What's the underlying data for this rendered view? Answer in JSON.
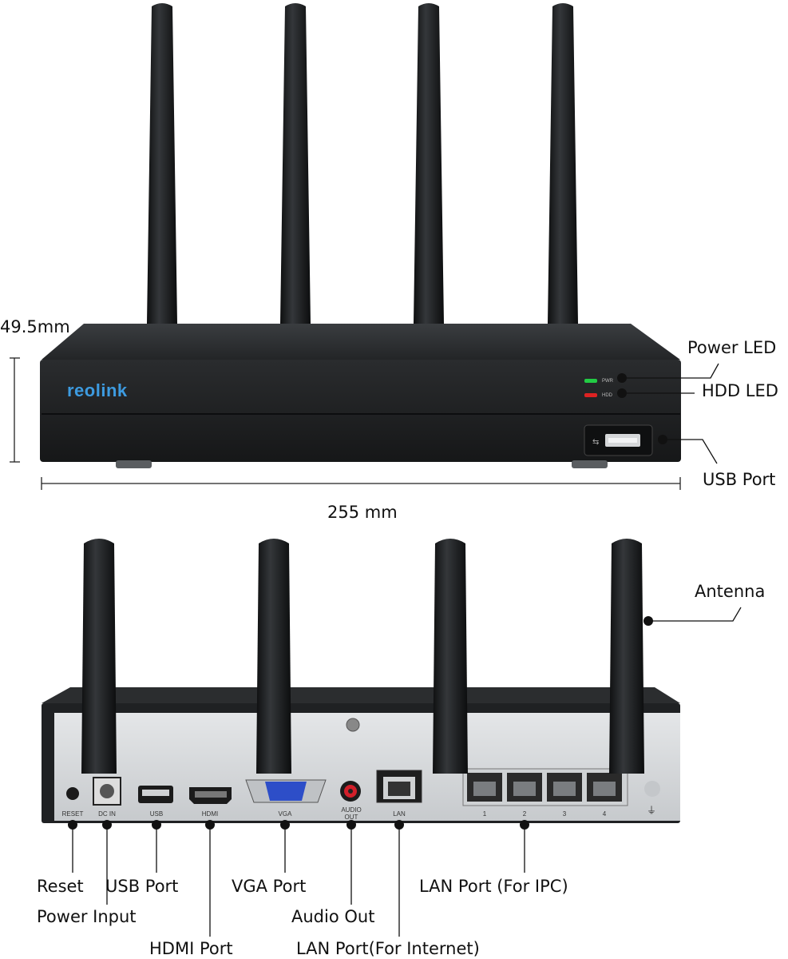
{
  "brand": "reolink",
  "dimensions": {
    "height": "49.5mm",
    "width": "255 mm"
  },
  "front_labels": {
    "power_led": "Power LED",
    "hdd_led": "HDD LED",
    "usb_port": "USB Port"
  },
  "front_panel": {
    "pwr": "PWR",
    "hdd": "HDD"
  },
  "back_panel": {
    "reset": "RESET",
    "dc_in": "DC IN",
    "usb": "USB",
    "hdmi": "HDMI",
    "vga": "VGA",
    "audio_out": "AUDIO OUT",
    "lan": "LAN",
    "ports": [
      "1",
      "2",
      "3",
      "4"
    ]
  },
  "back_labels": {
    "antenna": "Antenna",
    "reset": "Reset",
    "power_input": "Power Input",
    "usb_port": "USB Port",
    "hdmi_port": "HDMI Port",
    "vga_port": "VGA Port",
    "audio_out": "Audio Out",
    "lan_internet": "LAN Port(For Internet)",
    "lan_ipc": "LAN Port (For IPC)"
  },
  "colors": {
    "accent_logo": "#3d9be0",
    "power_led": "#22cc44",
    "hdd_led": "#dd2222",
    "device_body": "#1f2123"
  }
}
